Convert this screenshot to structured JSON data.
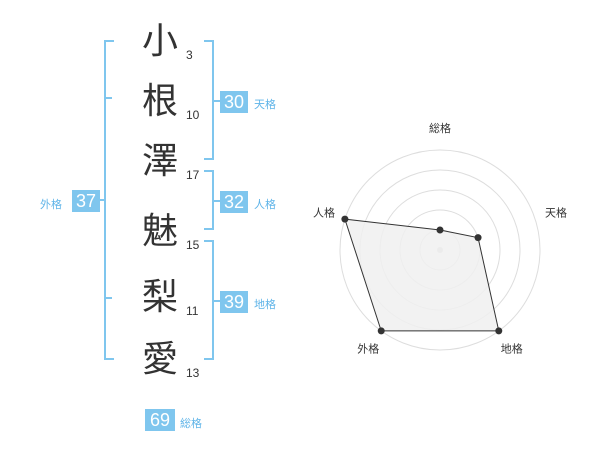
{
  "name_chars": [
    {
      "char": "小",
      "strokes": "3"
    },
    {
      "char": "根",
      "strokes": "10"
    },
    {
      "char": "澤",
      "strokes": "17"
    },
    {
      "char": "魅",
      "strokes": "15"
    },
    {
      "char": "梨",
      "strokes": "11"
    },
    {
      "char": "愛",
      "strokes": "13"
    }
  ],
  "kaku": {
    "tenkaku": {
      "value": "30",
      "label": "天格"
    },
    "jinkaku": {
      "value": "32",
      "label": "人格"
    },
    "chikaku": {
      "value": "39",
      "label": "地格"
    },
    "gaikaku": {
      "value": "37",
      "label": "外格"
    },
    "soukaku": {
      "value": "69",
      "label": "総格"
    }
  },
  "colors": {
    "accent": "#7fc6ee",
    "radar_fill": "#f0f0f0",
    "radar_line": "#333333"
  },
  "chart_data": {
    "type": "radar",
    "axes": [
      "総格",
      "天格",
      "地格",
      "外格",
      "人格"
    ],
    "values": [
      1,
      2,
      5,
      5,
      5
    ],
    "max": 5,
    "grid": true
  }
}
